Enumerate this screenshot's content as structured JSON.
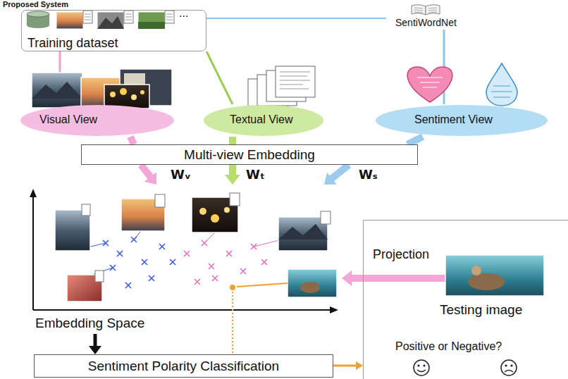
{
  "diagram": {
    "title": "Proposed System",
    "nodes": [
      {
        "text": [
          "Training dataset"
        ]
      },
      {
        "text": [
          "SentiWordNet"
        ]
      },
      {
        "text": [
          "Visual View"
        ]
      },
      {
        "text": [
          "Textual View"
        ]
      },
      {
        "text": [
          "Sentiment View"
        ]
      },
      {
        "text": [
          "Multi-view Embedding"
        ]
      },
      {
        "text": [
          "Embedding Space"
        ]
      },
      {
        "text": [
          "Sentiment Polarity Classification"
        ]
      },
      {
        "text": [
          "Testing image",
          "Positive or Negative?"
        ]
      }
    ],
    "edges": [
      {
        "from": 0,
        "to": 2,
        "arrow": "none"
      },
      {
        "from": 0,
        "to": 3,
        "arrow": "none"
      },
      {
        "from": 0,
        "to": 1,
        "arrow": "none"
      },
      {
        "from": 1,
        "to": 4,
        "arrow": "none"
      },
      {
        "from": 2,
        "to": 5,
        "arrow": "none"
      },
      {
        "from": 3,
        "to": 5,
        "arrow": "none"
      },
      {
        "from": 4,
        "to": 5,
        "arrow": "none"
      },
      {
        "from": 5,
        "to": 6,
        "label": "Wᵥ",
        "arrow": "to"
      },
      {
        "from": 5,
        "to": 6,
        "label": "Wₜ",
        "arrow": "to"
      },
      {
        "from": 5,
        "to": 6,
        "label": "Wₛ",
        "arrow": "to"
      },
      {
        "from": 8,
        "to": 6,
        "label": "Projection",
        "arrow": "to"
      },
      {
        "from": 6,
        "to": 7,
        "arrow": "to"
      },
      {
        "from": 7,
        "to": 8,
        "arrow": "to"
      }
    ],
    "labels": [
      "..."
    ]
  }
}
